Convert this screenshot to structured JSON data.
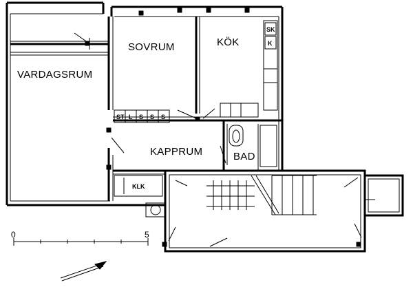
{
  "rooms": {
    "vardagsrum": "VARDAGSRUM",
    "sovrum": "SOVRUM",
    "kok": "KÖK",
    "kapprum": "KAPPRUM",
    "bad": "BAD",
    "klk": "KLK"
  },
  "fixtures": {
    "kitchen_top": "SK",
    "kitchen_mid": "K",
    "closet_1": "ST",
    "closet_2": "L",
    "closet_3": "S",
    "closet_4": "S",
    "closet_5": "S"
  },
  "scale_bar": {
    "start_label": "0",
    "end_label": "5"
  }
}
